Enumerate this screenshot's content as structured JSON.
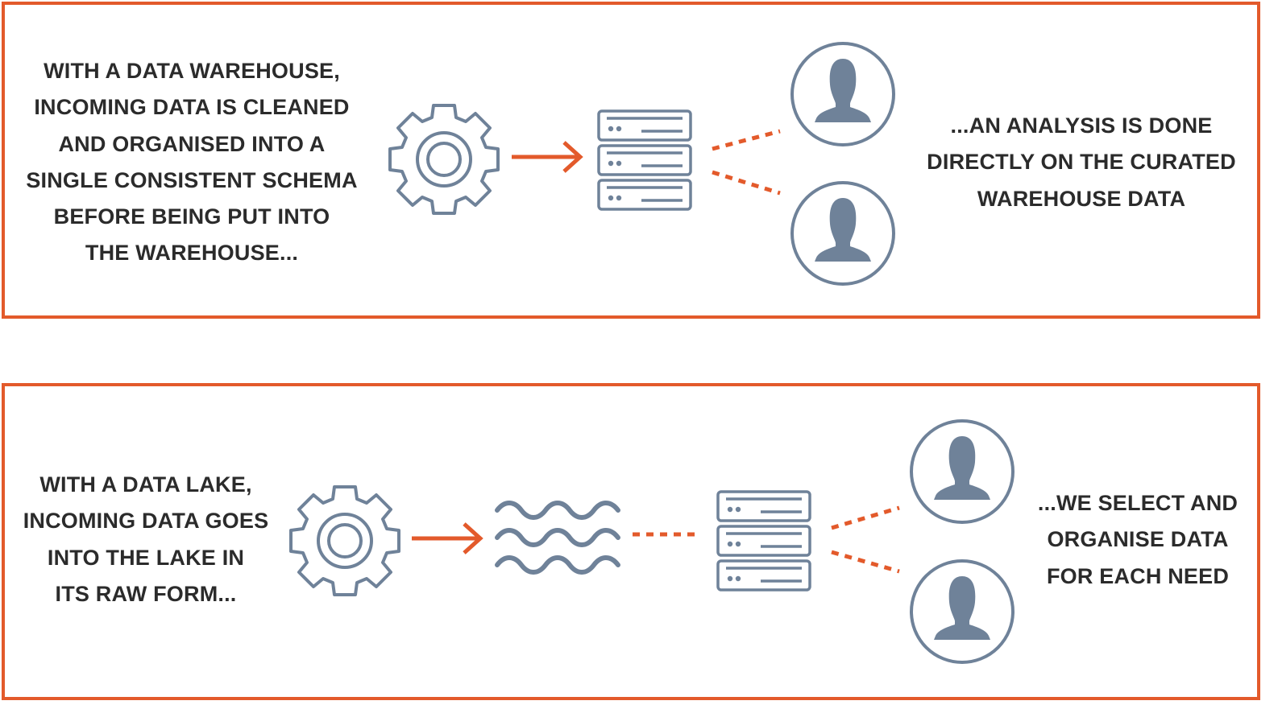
{
  "warehouse": {
    "left_text": "WITH A DATA WAREHOUSE,\nINCOMING DATA IS CLEANED\nAND ORGANISED INTO A\nSINGLE CONSISTENT SCHEMA\nBEFORE BEING PUT INTO\nTHE WAREHOUSE...",
    "right_text": "...AN ANALYSIS IS DONE\nDIRECTLY ON THE CURATED\nWAREHOUSE DATA"
  },
  "lake": {
    "left_text": "WITH A DATA LAKE,\nINCOMING DATA GOES\nINTO THE LAKE IN\nITS RAW FORM...",
    "right_text": "...WE SELECT AND\nORGANISE DATA\nFOR EACH NEED"
  },
  "icons": [
    "gear-icon",
    "arrow-right-icon",
    "server-icon",
    "user-icon",
    "waves-icon"
  ],
  "colors": {
    "accent": "#e35a2b",
    "icon": "#6f8299",
    "text": "#2b2b2b"
  }
}
